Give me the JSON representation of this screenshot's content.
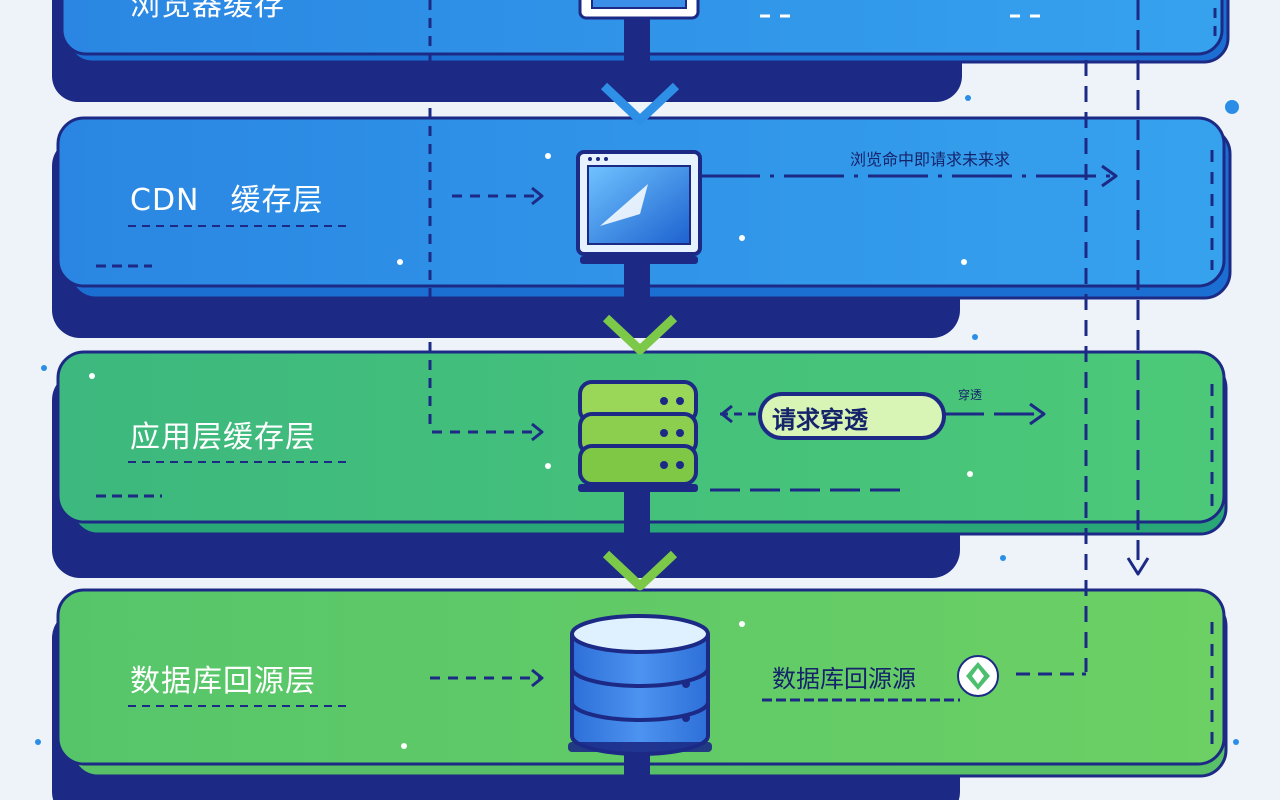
{
  "colors": {
    "background": "#eef3f9",
    "blue_panel": "#2e8fe6",
    "blue_panel_edge": "#1b6fd2",
    "green_panel": "#44c27a",
    "green_panel_bottom": "#62c862",
    "navy_outline": "#1c2a86",
    "arrow_green": "#7cc94a",
    "label_text": "#ffffff",
    "note_text": "#15236b"
  },
  "layers": [
    {
      "label": "浏览器缓存",
      "icon": "browser-window-icon"
    },
    {
      "label": "CDN　缓存层",
      "icon": "monitor-icon"
    },
    {
      "label": "应用层缓存层",
      "icon": "server-stack-icon"
    },
    {
      "label": "数据库回源层",
      "icon": "database-cylinder-icon"
    }
  ],
  "notes": {
    "cdn_note": "浏览命中即请求未来求",
    "app_tag": "请求穿透",
    "app_small": "穿透",
    "db_note": "数据库回源源"
  },
  "icons": {
    "db_badge": "diamond-badge-icon"
  }
}
